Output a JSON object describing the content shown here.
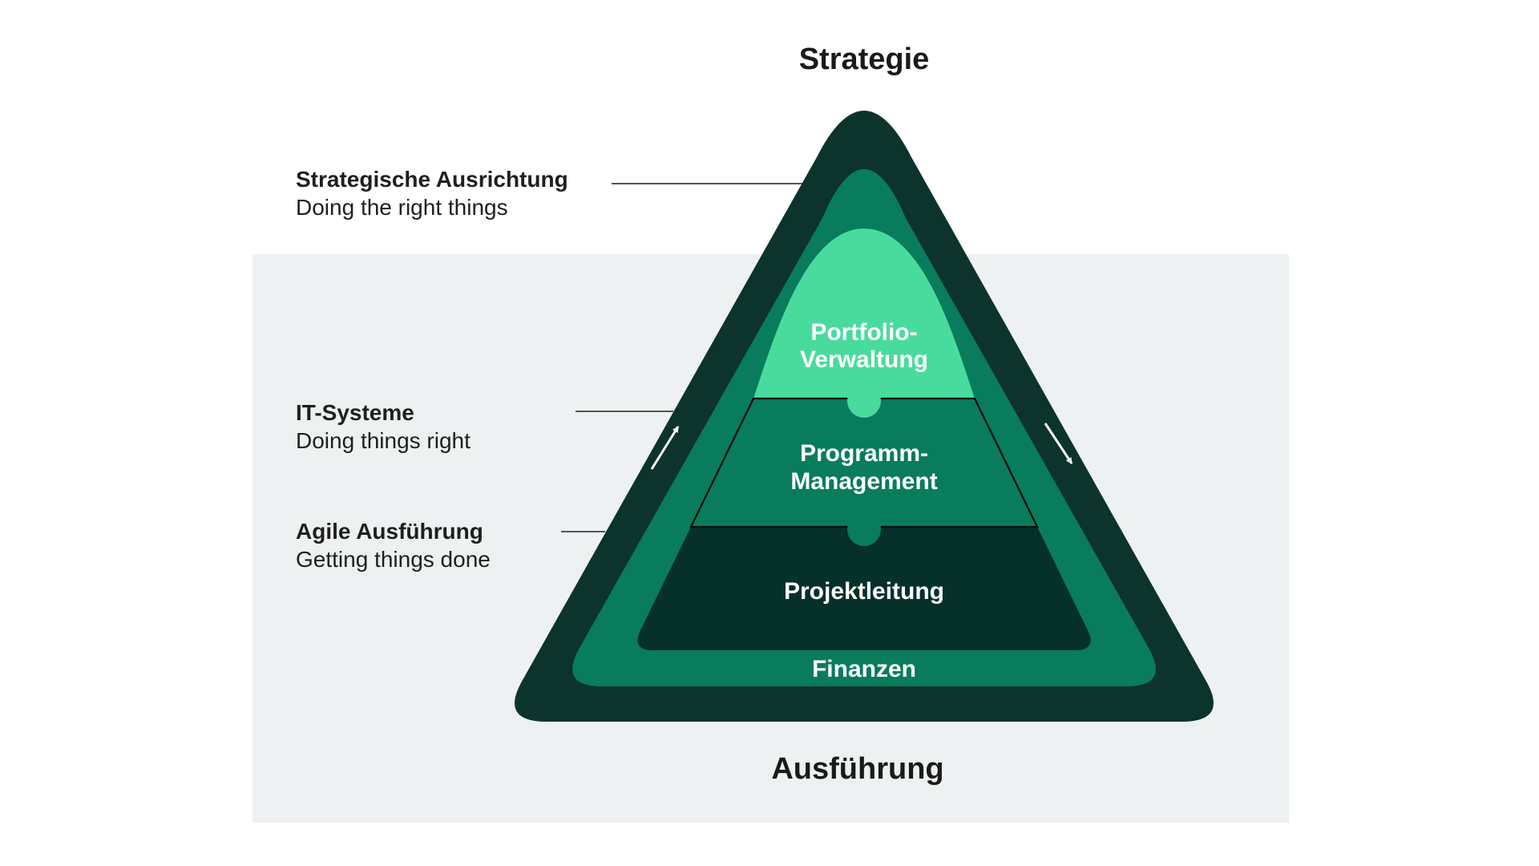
{
  "colors": {
    "background": "#ffffff",
    "panel": "#eef1f1",
    "outer_dark": "#0c332c",
    "mid_green": "#087c5c",
    "mint": "#49db9e",
    "inner_dark": "#06302a",
    "text_dark": "#1a1a1a",
    "text_light": "#ffffff",
    "connector_line": "#3f3f3f"
  },
  "titles": {
    "top": "Strategie",
    "bottom": "Ausführung"
  },
  "labels": [
    {
      "title": "Strategische Ausrichtung",
      "subtitle": "Doing the right things"
    },
    {
      "title": "IT-Systeme",
      "subtitle": "Doing things right"
    },
    {
      "title": "Agile Ausführung",
      "subtitle": "Getting things done"
    }
  ],
  "pyramid": {
    "levels": [
      {
        "name": "Portfolio-Verwaltung",
        "line1": "Portfolio-",
        "line2": "Verwaltung"
      },
      {
        "name": "Programm-Management",
        "line1": "Programm-",
        "line2": "Management"
      },
      {
        "name": "Projektleitung",
        "line1": "Projektleitung",
        "line2": ""
      },
      {
        "name": "Finanzen",
        "line1": "Finanzen",
        "line2": ""
      }
    ]
  }
}
